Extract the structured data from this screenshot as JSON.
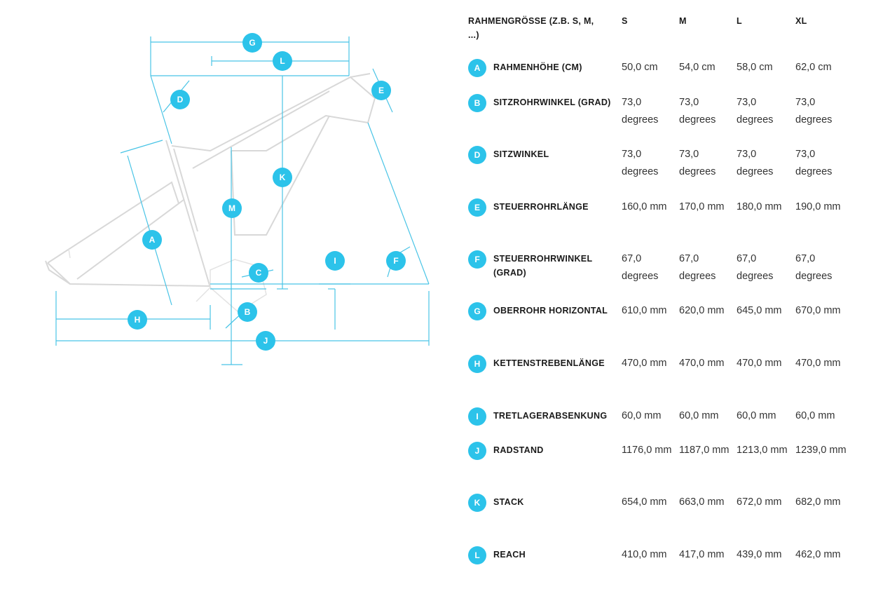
{
  "table": {
    "header": {
      "label": "RAHMENGRÖSSE (Z.B. S, M, ...)",
      "sizes": [
        "S",
        "M",
        "L",
        "XL"
      ]
    },
    "rows": [
      {
        "key": "A",
        "label": "RAHMENHÖHE (CM)",
        "values": [
          "50,0 cm",
          "54,0 cm",
          "58,0 cm",
          "62,0 cm"
        ]
      },
      {
        "key": "B",
        "label": "SITZROHRWINKEL (GRAD)",
        "values": [
          "73,0 degrees",
          "73,0 degrees",
          "73,0 degrees",
          "73,0 degrees"
        ]
      },
      {
        "key": "D",
        "label": "SITZWINKEL",
        "values": [
          "73,0 degrees",
          "73,0 degrees",
          "73,0 degrees",
          "73,0 degrees"
        ]
      },
      {
        "key": "E",
        "label": "STEUERROHRLÄNGE",
        "values": [
          "160,0 mm",
          "170,0 mm",
          "180,0 mm",
          "190,0 mm"
        ]
      },
      {
        "key": "F",
        "label": "STEUERROHRWINKEL (GRAD)",
        "values": [
          "67,0 degrees",
          "67,0 degrees",
          "67,0 degrees",
          "67,0 degrees"
        ]
      },
      {
        "key": "G",
        "label": "OBERROHR HORIZONTAL",
        "values": [
          "610,0 mm",
          "620,0 mm",
          "645,0 mm",
          "670,0 mm"
        ]
      },
      {
        "key": "H",
        "label": "KETTENSTREBENLÄNGE",
        "values": [
          "470,0 mm",
          "470,0 mm",
          "470,0 mm",
          "470,0 mm"
        ]
      },
      {
        "key": "I",
        "label": "TRETLAGERABSENKUNG",
        "values": [
          "60,0 mm",
          "60,0 mm",
          "60,0 mm",
          "60,0 mm"
        ]
      },
      {
        "key": "J",
        "label": "RADSTAND",
        "values": [
          "1176,0 mm",
          "1187,0 mm",
          "1213,0 mm",
          "1239,0 mm"
        ]
      },
      {
        "key": "K",
        "label": "STACK",
        "values": [
          "654,0 mm",
          "663,0 mm",
          "672,0 mm",
          "682,0 mm"
        ]
      },
      {
        "key": "L",
        "label": "REACH",
        "values": [
          "410,0 mm",
          "417,0 mm",
          "439,0 mm",
          "462,0 mm"
        ]
      }
    ]
  },
  "diagram": {
    "markers": [
      "G",
      "L",
      "D",
      "E",
      "K",
      "M",
      "A",
      "C",
      "I",
      "F",
      "B",
      "H",
      "J"
    ],
    "colors": {
      "accent": "#2cc3ea",
      "frame_line": "#d8d8d8",
      "text": "#1a1a1a"
    }
  }
}
